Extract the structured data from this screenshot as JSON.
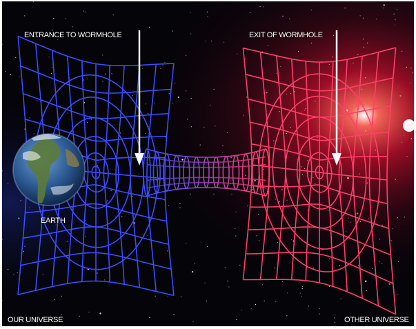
{
  "labels": {
    "entrance": "ENTRANCE TO WORMHOLE",
    "exit": "EXIT OF WORMHOLE",
    "earth": "EARTH",
    "our_universe": "OUR UNIVERSE",
    "other_universe": "OTHER UNIVERSE"
  },
  "colors": {
    "background": "#050409",
    "entrance_grid": "#3a4dff",
    "exit_grid": "#ff3f6a",
    "nebula": "#c8102e",
    "arrow": "#ffffff"
  }
}
